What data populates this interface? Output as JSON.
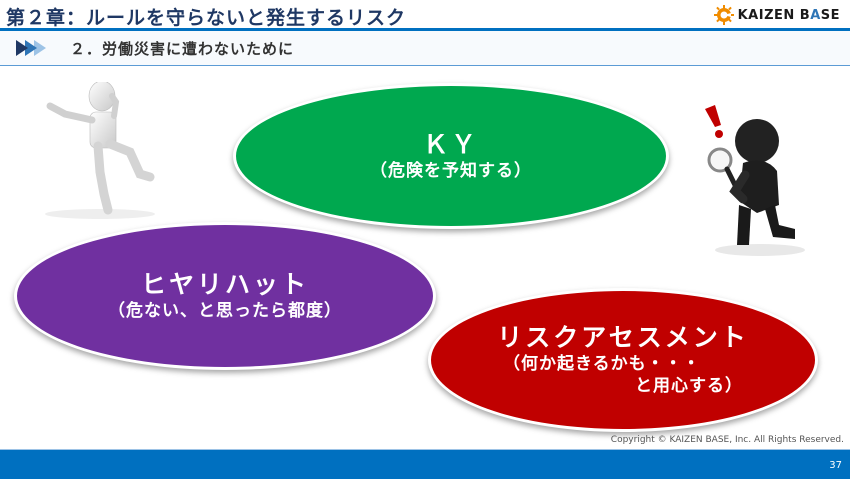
{
  "header": {
    "title": "第２章：ルールを守らないと発生するリスク",
    "logo": {
      "icon": "gear-icon",
      "text_main": "KAIZEN B",
      "text_accent": "A",
      "text_end": "SE",
      "brand_color": "#f08c00"
    }
  },
  "subheader": {
    "icon": "triple-arrow-icon",
    "title": "２．労働災害に遭わないために"
  },
  "ellipses": [
    {
      "id": "ky",
      "title": "ＫＹ",
      "subtitle": "（危険を予知する）",
      "color": "#00a84f"
    },
    {
      "id": "hiyari-hatto",
      "title": "ヒヤリハット",
      "subtitle": "（危ない、と思ったら都度）",
      "color": "#7030a0"
    },
    {
      "id": "risk-assessment",
      "title": "リスクアセスメント",
      "subtitle_line1": "（何か起きるかも・・・",
      "subtitle_line2": "と用心する）",
      "color": "#c00000"
    }
  ],
  "figures": {
    "left": "stumbling-white-figure",
    "right": "kneeling-black-figure-with-magnifier-and-exclamation"
  },
  "footer": {
    "copyright": "Copyright ©  KAIZEN BASE, Inc.  All Rights Reserved.",
    "page_number": "37",
    "color": "#0070c0"
  }
}
